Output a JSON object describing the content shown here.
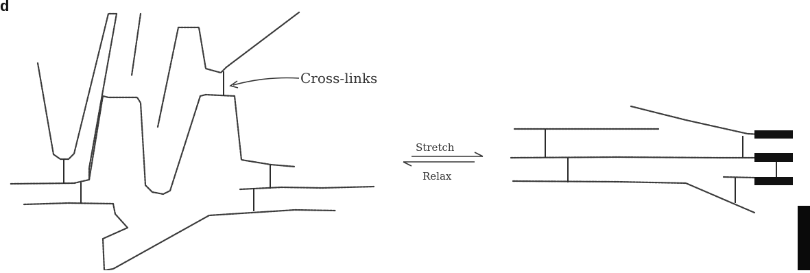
{
  "panel_letter": "d",
  "labels": {
    "cross_links": "Cross-links",
    "stretch": "Stretch",
    "relax": "Relax"
  }
}
